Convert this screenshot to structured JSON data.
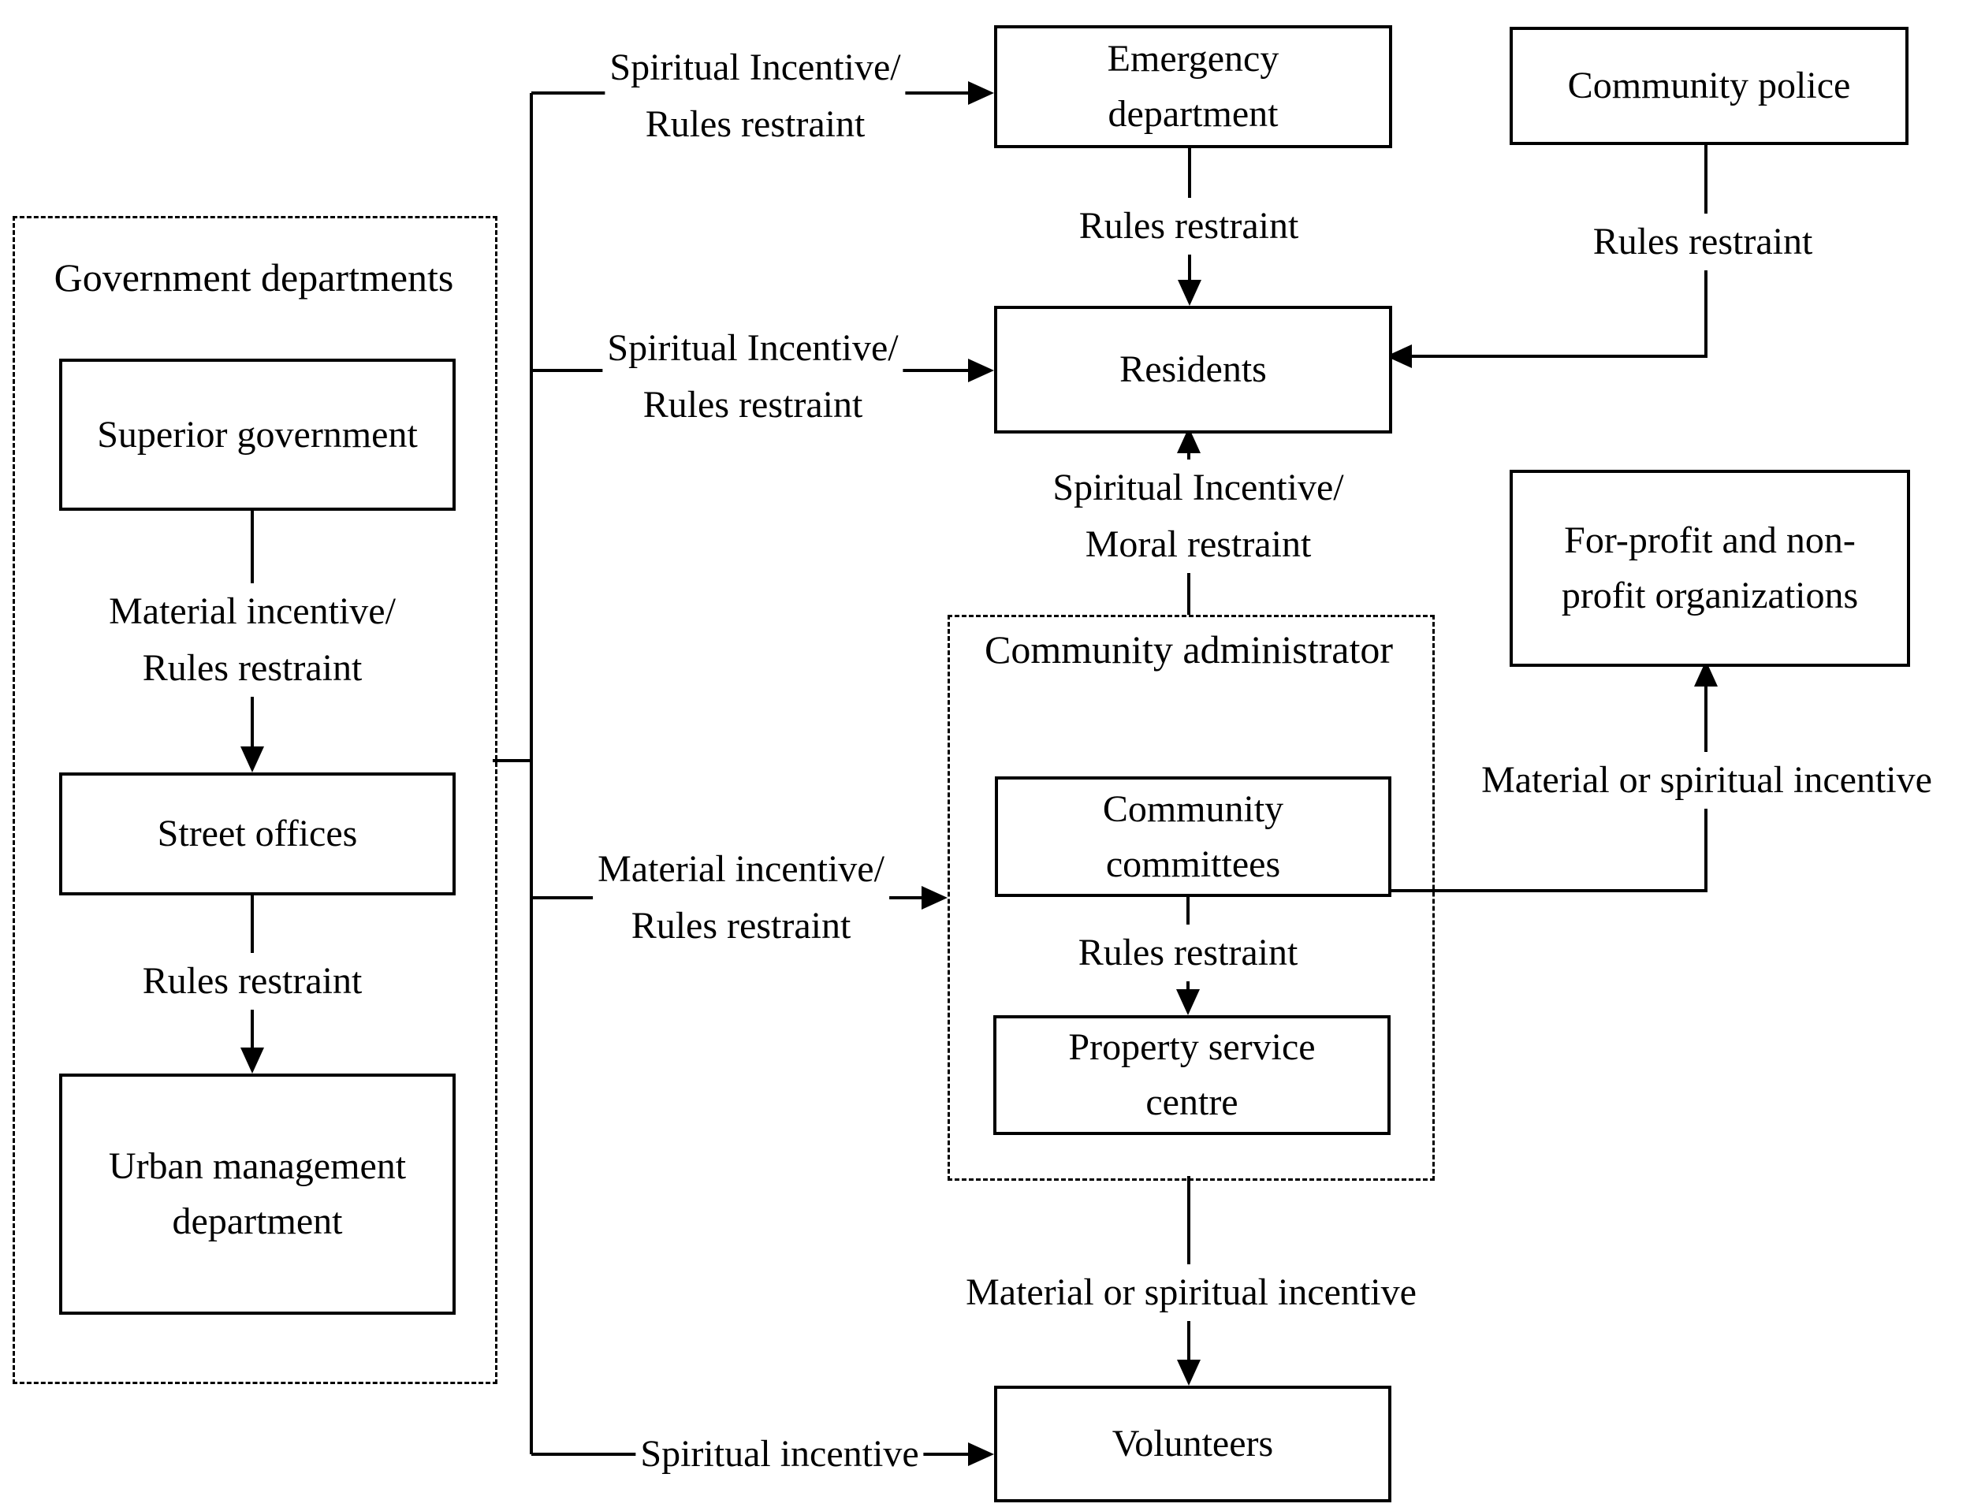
{
  "diagram": {
    "background_color": "#ffffff",
    "line_color": "#000000",
    "groups": {
      "government": {
        "title": "Government departments"
      },
      "community_admin": {
        "title": "Community administrator"
      }
    },
    "nodes": {
      "superior": {
        "line1": "Superior government"
      },
      "street": {
        "line1": "Street offices"
      },
      "urban": {
        "line1": "Urban management",
        "line2": "department"
      },
      "emergency": {
        "line1": "Emergency",
        "line2": "department"
      },
      "residents": {
        "line1": "Residents"
      },
      "police": {
        "line1": "Community police"
      },
      "forprofit": {
        "line1": "For-profit and non-",
        "line2": "profit organizations"
      },
      "committees": {
        "line1": "Community",
        "line2": "committees"
      },
      "property": {
        "line1": "Property service",
        "line2": "centre"
      },
      "volunteers": {
        "line1": "Volunteers"
      }
    },
    "edge_labels": {
      "gov_to_emergency": {
        "line1": "Spiritual Incentive/",
        "line2": "Rules restraint"
      },
      "gov_to_residents": {
        "line1": "Spiritual Incentive/",
        "line2": "Rules restraint"
      },
      "emergency_to_residents": {
        "line1": "Rules restraint"
      },
      "police_to_residents": {
        "line1": "Rules restraint"
      },
      "superior_to_street": {
        "line1": "Material incentive/",
        "line2": "Rules restraint"
      },
      "street_to_urban": {
        "line1": "Rules restraint"
      },
      "admin_to_residents": {
        "line1": "Spiritual Incentive/",
        "line2": "Moral restraint"
      },
      "gov_to_admin": {
        "line1": "Material incentive/",
        "line2": "Rules restraint"
      },
      "committees_to_property": {
        "line1": "Rules restraint"
      },
      "committees_to_orgs": {
        "line1": "Material or spiritual incentive"
      },
      "admin_to_volunteers": {
        "line1": "Material or spiritual incentive"
      },
      "gov_to_volunteers": {
        "line1": "Spiritual incentive"
      }
    }
  }
}
